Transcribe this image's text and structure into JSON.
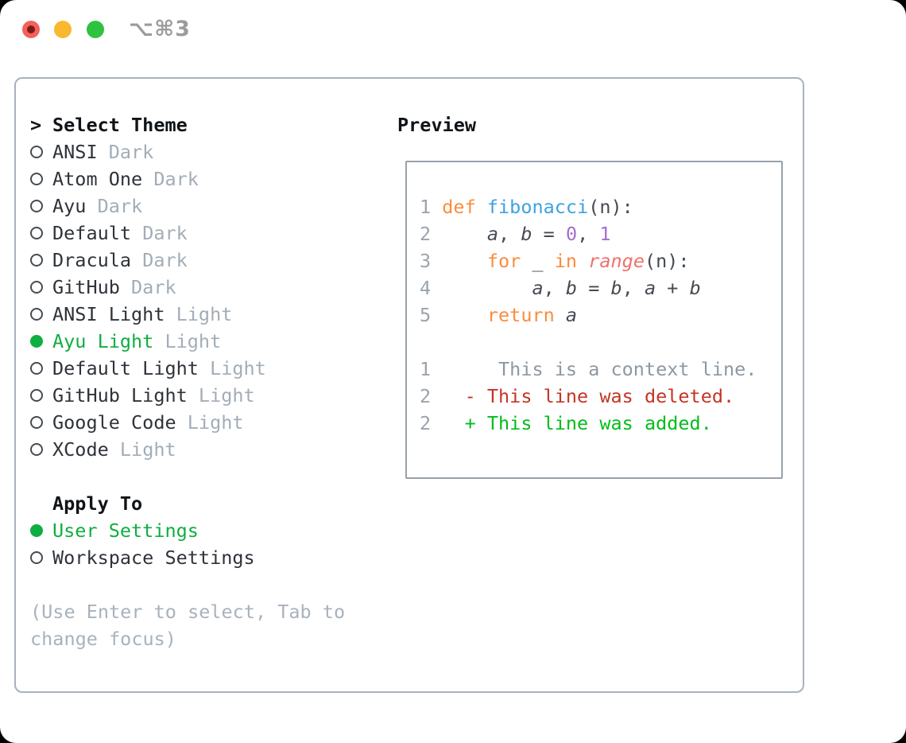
{
  "window": {
    "title": "⌥⌘3",
    "traffic_lights": [
      "close",
      "minimize",
      "zoom"
    ]
  },
  "theme_list": {
    "prompt": ">",
    "header": "Select Theme",
    "items": [
      {
        "name": "ANSI",
        "variant": "Dark",
        "selected": false
      },
      {
        "name": "Atom One",
        "variant": "Dark",
        "selected": false
      },
      {
        "name": "Ayu",
        "variant": "Dark",
        "selected": false
      },
      {
        "name": "Default",
        "variant": "Dark",
        "selected": false
      },
      {
        "name": "Dracula",
        "variant": "Dark",
        "selected": false
      },
      {
        "name": "GitHub",
        "variant": "Dark",
        "selected": false
      },
      {
        "name": "ANSI Light",
        "variant": "Light",
        "selected": false
      },
      {
        "name": "Ayu Light",
        "variant": "Light",
        "selected": true
      },
      {
        "name": "Default Light",
        "variant": "Light",
        "selected": false
      },
      {
        "name": "GitHub Light",
        "variant": "Light",
        "selected": false
      },
      {
        "name": "Google Code",
        "variant": "Light",
        "selected": false
      },
      {
        "name": "XCode",
        "variant": "Light",
        "selected": false
      }
    ]
  },
  "apply_to": {
    "header": "Apply To",
    "options": [
      {
        "name": "User Settings",
        "selected": true
      },
      {
        "name": "Workspace Settings",
        "selected": false
      }
    ]
  },
  "hint": {
    "lines": [
      "(Use Enter to select, Tab to",
      "change focus)"
    ]
  },
  "preview": {
    "header": "Preview",
    "code_lines": [
      {
        "num": "1",
        "segments": [
          {
            "t": "def",
            "c": "kw"
          },
          {
            "t": " ",
            "c": "op"
          },
          {
            "t": "fibonacci",
            "c": "fn"
          },
          {
            "t": "(n):",
            "c": "op"
          }
        ]
      },
      {
        "num": "2",
        "segments": [
          {
            "t": "    ",
            "c": "op"
          },
          {
            "t": "a",
            "c": "var"
          },
          {
            "t": ", ",
            "c": "op"
          },
          {
            "t": "b",
            "c": "var"
          },
          {
            "t": " = ",
            "c": "op"
          },
          {
            "t": "0",
            "c": "lit"
          },
          {
            "t": ", ",
            "c": "op"
          },
          {
            "t": "1",
            "c": "lit"
          }
        ]
      },
      {
        "num": "3",
        "segments": [
          {
            "t": "    ",
            "c": "op"
          },
          {
            "t": "for",
            "c": "kw"
          },
          {
            "t": " _ ",
            "c": "op"
          },
          {
            "t": "in",
            "c": "kw"
          },
          {
            "t": " ",
            "c": "op"
          },
          {
            "t": "range",
            "c": "call"
          },
          {
            "t": "(n):",
            "c": "op"
          }
        ]
      },
      {
        "num": "4",
        "segments": [
          {
            "t": "        ",
            "c": "op"
          },
          {
            "t": "a",
            "c": "var"
          },
          {
            "t": ", ",
            "c": "op"
          },
          {
            "t": "b",
            "c": "var"
          },
          {
            "t": " = ",
            "c": "op"
          },
          {
            "t": "b",
            "c": "var"
          },
          {
            "t": ", ",
            "c": "op"
          },
          {
            "t": "a",
            "c": "var"
          },
          {
            "t": " + ",
            "c": "op"
          },
          {
            "t": "b",
            "c": "var"
          }
        ]
      },
      {
        "num": "5",
        "segments": [
          {
            "t": "    ",
            "c": "op"
          },
          {
            "t": "return",
            "c": "kw"
          },
          {
            "t": " ",
            "c": "op"
          },
          {
            "t": "a",
            "c": "var"
          }
        ]
      },
      {
        "num": "",
        "segments": []
      },
      {
        "num": "1",
        "segments": [
          {
            "t": "     This is a context line.",
            "c": "ctx"
          }
        ]
      },
      {
        "num": "2",
        "segments": [
          {
            "t": "  - This line was deleted.",
            "c": "del"
          }
        ]
      },
      {
        "num": "2",
        "segments": [
          {
            "t": "  + This line was added.",
            "c": "add"
          }
        ]
      }
    ]
  },
  "colors": {
    "ui_selected_green": "#0fae41",
    "added_green": "#02bd1a",
    "deleted_red": "#c43524",
    "keyword_orange": "#fa8d3e",
    "function_blue": "#3da2e3",
    "call_coral": "#f0716b",
    "literal_purple": "#a36ecf",
    "muted_gray": "#a2adb8",
    "traffic_red": "#f4605a",
    "traffic_yellow": "#f9b82d",
    "traffic_green": "#2dc33f"
  }
}
